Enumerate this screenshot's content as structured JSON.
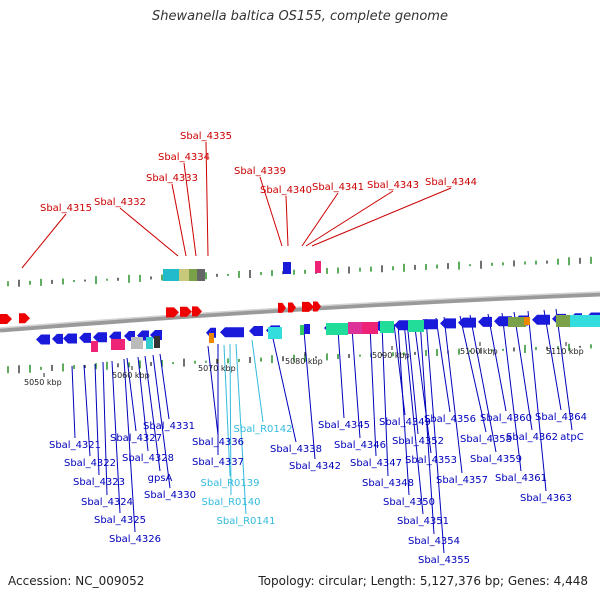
{
  "title": "Shewanella baltica OS155, complete genome",
  "footer": {
    "accession": "Accession: NC_009052",
    "topology": "Topology: circular; Length: 5,127,376 bp; Genes: 4,448"
  },
  "colors": {
    "plus_label": "#cc0000",
    "minus_label": "#0000bb",
    "rna_label": "#33bbdd",
    "backbone": "#888888",
    "gc_tick": "#1a8a1a"
  },
  "scale_labels": [
    "5050 kbp",
    "5060 kbp",
    "5070 kbp",
    "5080 kbp",
    "5090 kbp",
    "5100 kbp",
    "5110 kbp"
  ],
  "plus_genes": [
    "Sbal_4315",
    "Sbal_4332",
    "Sbal_4333",
    "Sbal_4334",
    "Sbal_4335",
    "Sbal_4339",
    "Sbal_4340",
    "Sbal_4341",
    "Sbal_4343",
    "Sbal_4344"
  ],
  "minus_genes": [
    "Sbal_4321",
    "Sbal_4322",
    "Sbal_4323",
    "Sbal_4324",
    "Sbal_4325",
    "Sbal_4326",
    "Sbal_4327",
    "Sbal_4328",
    "gpsA",
    "Sbal_4330",
    "Sbal_4331",
    "Sbal_4336",
    "Sbal_4337",
    "Sbal_4338",
    "Sbal_4342",
    "Sbal_4345",
    "Sbal_4346",
    "Sbal_4347",
    "Sbal_4348",
    "Sbal_4349",
    "Sbal_4350",
    "Sbal_4351",
    "Sbal_4352",
    "Sbal_4353",
    "Sbal_4354",
    "Sbal_4355",
    "Sbal_4356",
    "Sbal_4357",
    "Sbal_4358",
    "Sbal_4359",
    "Sbal_4360",
    "Sbal_4361",
    "Sbal_4362",
    "Sbal_4363",
    "Sbal_4364",
    "atpC"
  ],
  "rna_genes": [
    "Sbal_R0139",
    "Sbal_R0140",
    "Sbal_R0141",
    "Sbal_R0142"
  ]
}
